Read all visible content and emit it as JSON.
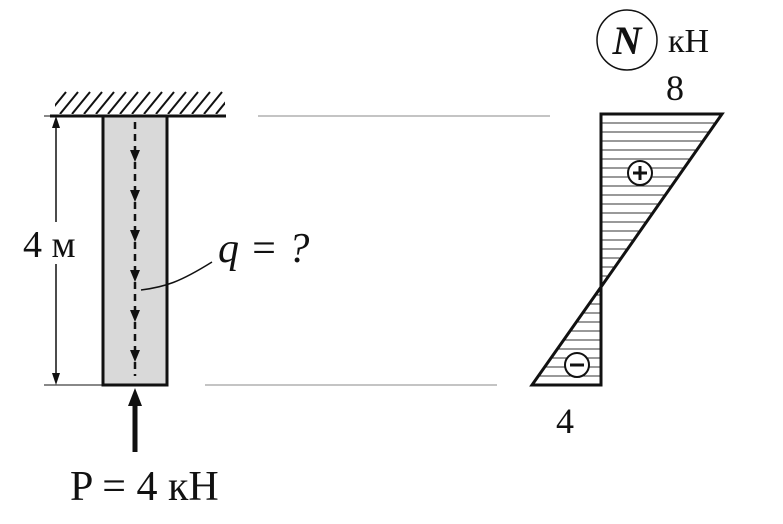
{
  "diagram": {
    "length_label": "4 м",
    "load_label": "q = ?",
    "force_label": "P = 4 кН",
    "force_value": 4,
    "length_value": 4,
    "epure": {
      "symbol": "N",
      "unit": "кН",
      "top_value_label": "8",
      "bottom_value_label": "4",
      "top_value": 8,
      "bottom_value": -4,
      "positive_sign": "+",
      "negative_sign": "−"
    }
  }
}
